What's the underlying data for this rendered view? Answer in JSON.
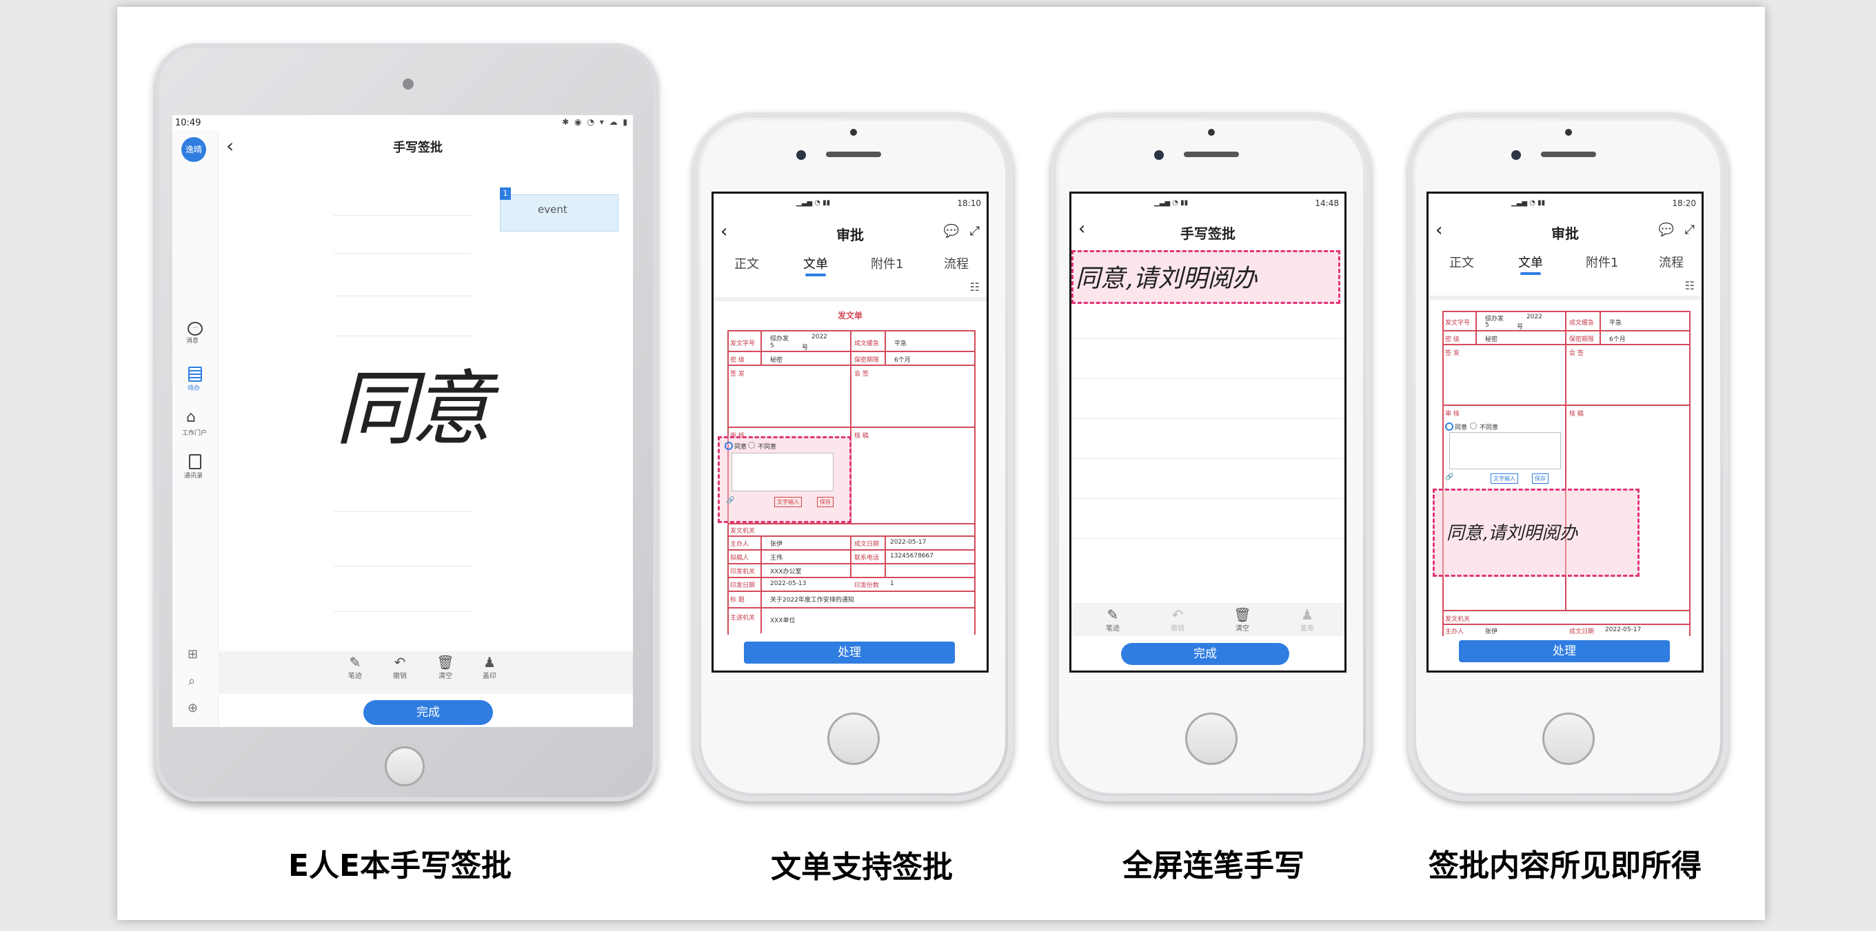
{
  "captions": [
    "E人E本手写签批",
    "文单支持签批",
    "全屏连笔手写",
    "签批内容所见即所得"
  ],
  "tablet": {
    "time": "10:49",
    "title": "手写签批",
    "avatar": "逸晴",
    "nav": [
      {
        "icon": "chat-icon",
        "label": "消息"
      },
      {
        "icon": "list-icon",
        "label": "待办"
      },
      {
        "icon": "home-icon",
        "label": "工作门户"
      },
      {
        "icon": "book-icon",
        "label": "通讯录"
      }
    ],
    "event_badge": "1",
    "event_label": "event",
    "signature": "同意",
    "toolbar": [
      {
        "icon": "pen-icon",
        "label": "笔迹"
      },
      {
        "icon": "undo-icon",
        "label": "撤销"
      },
      {
        "icon": "trash-icon",
        "label": "清空"
      },
      {
        "icon": "stamp-icon",
        "label": "盖印"
      }
    ],
    "done": "完成"
  },
  "phone1": {
    "time": "18:10",
    "title": "审批",
    "tabs": [
      "正文",
      "文单",
      "附件1",
      "流程"
    ],
    "form_title": "发文单",
    "form": {
      "r1": [
        "发文字号",
        "综办发",
        "2022",
        "5",
        "号",
        "成文缓急",
        "平急"
      ],
      "r2": [
        "密 级",
        "秘密",
        "保密期限",
        "6个月"
      ],
      "r3": [
        "签 发",
        "会 签"
      ],
      "r4": [
        "审 核",
        "核 稿"
      ],
      "opinion_agree": "同意",
      "opinion_disagree": "不同意",
      "btn_text": "文字输入",
      "btn_save": "保存",
      "r5": [
        "发文机关"
      ],
      "r6": [
        "主办人",
        "张伊",
        "成文日期",
        "2022-05-17"
      ],
      "r7": [
        "拟稿人",
        "王伟",
        "联系电话",
        "13245678667"
      ],
      "r8": [
        "印发机关",
        "XXX办公室"
      ],
      "r9": [
        "印发日期",
        "2022-05-13",
        "印发份数",
        "1"
      ],
      "r10": [
        "标 题",
        "关于2022年度工作安排的通知"
      ],
      "r11": [
        "主送机关",
        "XXX单位"
      ]
    },
    "action": "处理"
  },
  "phone2": {
    "time": "14:48",
    "title": "手写签批",
    "handwriting": "同意,请刘明阅办",
    "toolbar": [
      {
        "icon": "pen-icon",
        "label": "笔迹"
      },
      {
        "icon": "undo-icon",
        "label": "撤销"
      },
      {
        "icon": "trash-icon",
        "label": "清空"
      },
      {
        "icon": "stamp-icon",
        "label": "盖章"
      }
    ],
    "done": "完成"
  },
  "phone3": {
    "time": "18:20",
    "title": "审批",
    "tabs": [
      "正文",
      "文单",
      "附件1",
      "流程"
    ],
    "form": {
      "r1": [
        "发文字号",
        "综办发",
        "2022",
        "5",
        "号",
        "成文缓急",
        "平急"
      ],
      "r2": [
        "密 级",
        "秘密",
        "保密期限",
        "6个月"
      ],
      "r3": [
        "签 发",
        "会 签"
      ],
      "r4": [
        "审 核",
        "核 稿"
      ],
      "opinion_agree": "同意",
      "opinion_disagree": "不同意",
      "btn_text": "文字输入",
      "btn_save": "保存",
      "r5": [
        "发文机关"
      ],
      "r6": [
        "主办人",
        "张伊",
        "成文日期",
        "2022-05-17"
      ]
    },
    "signature": "同意,请刘明阅办",
    "action": "处理"
  }
}
